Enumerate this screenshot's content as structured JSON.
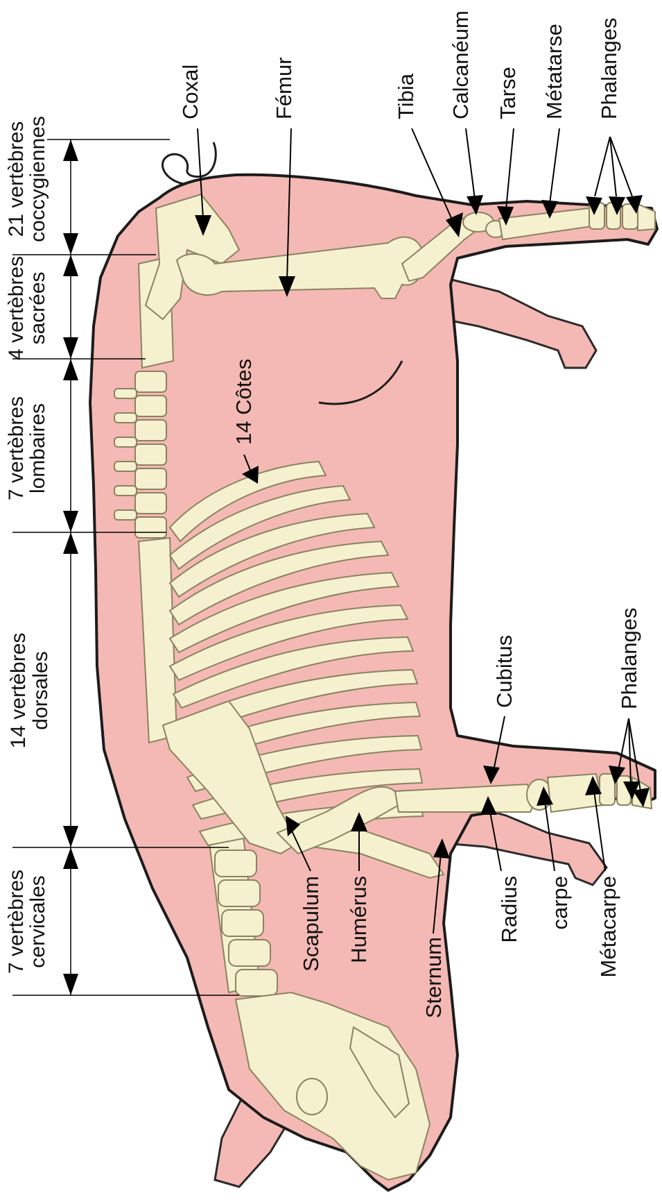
{
  "colors": {
    "skin": "#f4b9b4",
    "bone": "#f5f0cd",
    "outline": "#1c1c1c",
    "arrow": "#000000"
  },
  "vertebrae": {
    "coccygeal": {
      "line1": "21 vertèbres",
      "line2": "coccygiennes"
    },
    "sacral": {
      "line1": "4 vertèbres",
      "line2": "sacrées"
    },
    "lumbar": {
      "line1": "7 vertèbres",
      "line2": "lombaires"
    },
    "dorsal": {
      "line1": "14 vertèbres",
      "line2": "dorsales"
    },
    "cervical": {
      "line1": "7 vertèbres",
      "line2": "cervicales"
    }
  },
  "labels": {
    "coxal": "Coxal",
    "femur": "Fémur",
    "tibia": "Tibia",
    "calcaneum": "Calcanéum",
    "tarse": "Tarse",
    "metatarse": "Métatarse",
    "phalanges_hind": "Phalanges",
    "cotes": "14 Côtes",
    "cubitus": "Cubitus",
    "phalanges_fore": "Phalanges",
    "scapulum": "Scapulum",
    "humerus": "Humérus",
    "sternum": "Sternum",
    "radius": "Radius",
    "carpe": "carpe",
    "metacarpe": "Métacarpe"
  }
}
